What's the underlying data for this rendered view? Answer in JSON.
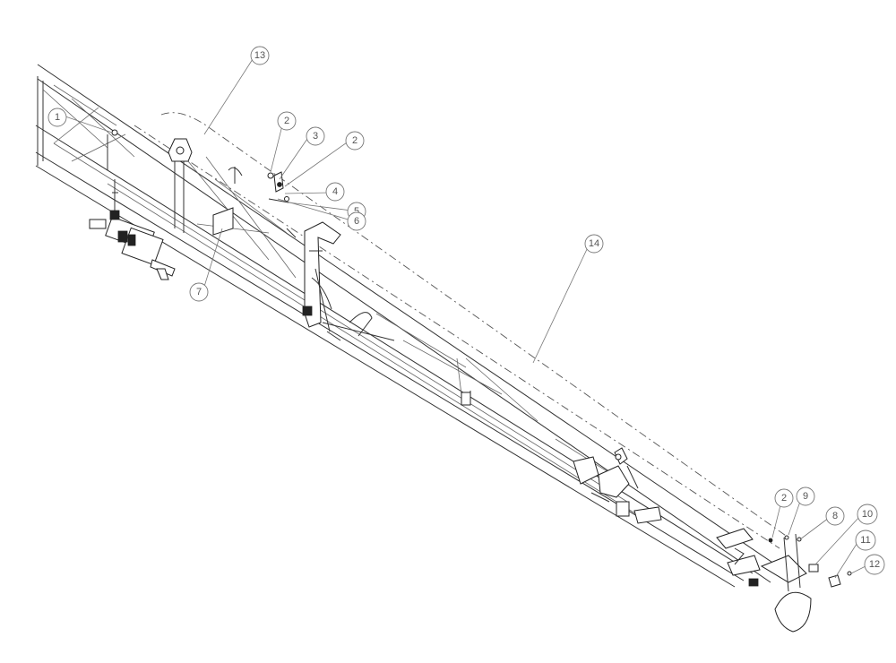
{
  "callouts": {
    "c1": "1",
    "c2a": "2",
    "c3": "3",
    "c2b": "2",
    "c4": "4",
    "c5": "5",
    "c6": "6",
    "c7": "7",
    "c13": "13",
    "c14": "14",
    "c2c": "2",
    "c9": "9",
    "c8": "8",
    "c10": "10",
    "c11": "11",
    "c12": "12"
  }
}
